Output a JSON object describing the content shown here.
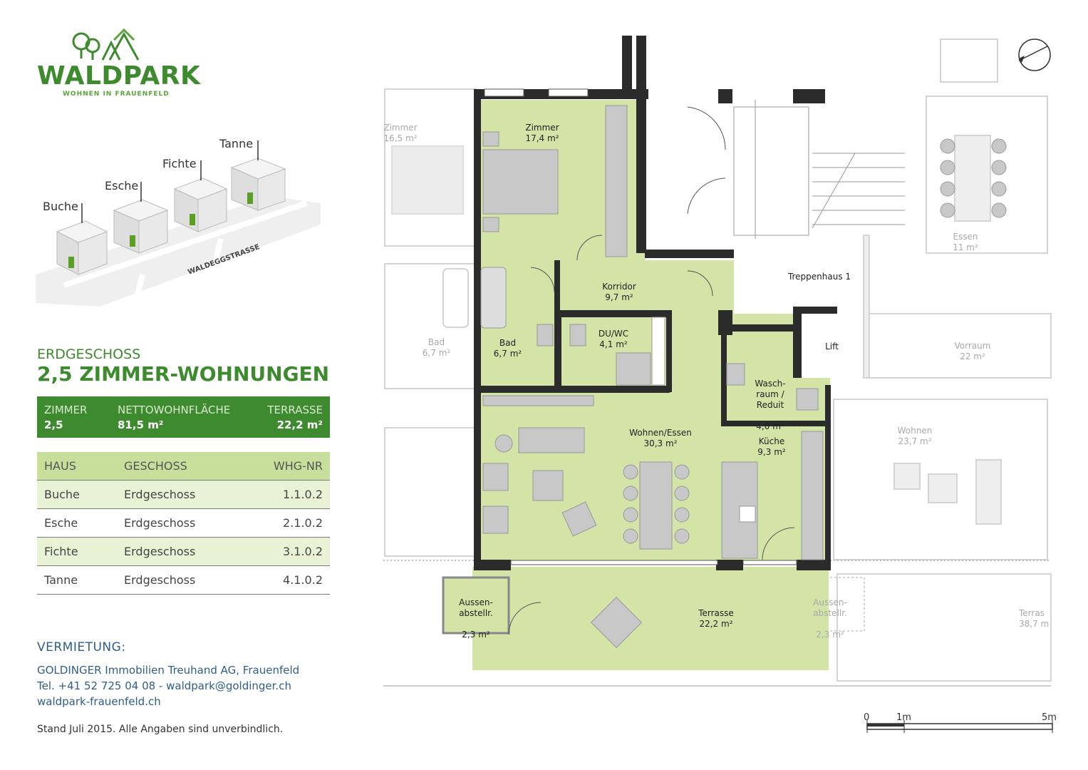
{
  "brand": {
    "name": "WALDPARK",
    "tagline": "WOHNEN IN FRAUENFELD",
    "color": "#3e8a2e"
  },
  "site_map": {
    "houses": [
      "Buche",
      "Esche",
      "Fichte",
      "Tanne"
    ],
    "street": "WALDEGGSTRASSE"
  },
  "floor": "ERDGESCHOSS",
  "unit_type": "2,5 ZIMMER-WOHNUNGEN",
  "summary": {
    "rooms_label": "ZIMMER",
    "rooms_value": "2,5",
    "area_label": "NETTOWOHNFLÄCHE",
    "area_value": "81,5 m²",
    "terrace_label": "TERRASSE",
    "terrace_value": "22,2 m²"
  },
  "units_table": {
    "headers": [
      "HAUS",
      "GESCHOSS",
      "WHG-NR"
    ],
    "rows": [
      [
        "Buche",
        "Erdgeschoss",
        "1.1.0.2"
      ],
      [
        "Esche",
        "Erdgeschoss",
        "2.1.0.2"
      ],
      [
        "Fichte",
        "Erdgeschoss",
        "3.1.0.2"
      ],
      [
        "Tanne",
        "Erdgeschoss",
        "4.1.0.2"
      ]
    ]
  },
  "rental": {
    "title": "VERMIETUNG:",
    "company": "GOLDINGER Immobilien Treuhand AG, Frauenfeld",
    "phone_email": "Tel. +41 52 725 04 08  -  waldpark@goldinger.ch",
    "website": "waldpark-frauenfeld.ch"
  },
  "disclaimer": "Stand Juli 2015. Alle Angaben sind unverbindlich.",
  "plan": {
    "rooms": [
      {
        "name": "Zimmer",
        "area": "17,4 m²"
      },
      {
        "name": "Korridor",
        "area": "9,7 m²"
      },
      {
        "name": "Bad",
        "area": "6,7 m²"
      },
      {
        "name": "DU/WC",
        "area": "4,1 m²"
      },
      {
        "name": "Wasch-\nraum /\nReduit",
        "area": "4,0 m²"
      },
      {
        "name": "Wohnen/Essen",
        "area": "30,3 m²"
      },
      {
        "name": "Küche",
        "area": "9,3 m²"
      },
      {
        "name": "Aussen-\nabstellr.",
        "area": "2,3 m²"
      },
      {
        "name": "Terrasse",
        "area": "22,2 m²"
      }
    ],
    "neighbour_rooms": [
      {
        "name": "Zimmer",
        "area": "16,5 m²"
      },
      {
        "name": "Bad",
        "area": "6,7 m²"
      },
      {
        "name": "Essen",
        "area": "11 m²"
      },
      {
        "name": "Vorraum",
        "area": "22 m²"
      },
      {
        "name": "Wohnen",
        "area": "23,7 m²"
      },
      {
        "name": "Aussen-\nabstellr.",
        "area": "2,3 m²"
      },
      {
        "name": "Terras",
        "area": "38,7 m"
      }
    ],
    "shared": {
      "stairs": "Treppenhaus 1",
      "lift": "Lift"
    },
    "scale": {
      "zero": "0",
      "one": "1m",
      "five": "5m"
    },
    "colors": {
      "unit_fill": "#d3e4a6",
      "wall": "#2b2b2b",
      "furniture": "#c8c8c8"
    }
  }
}
